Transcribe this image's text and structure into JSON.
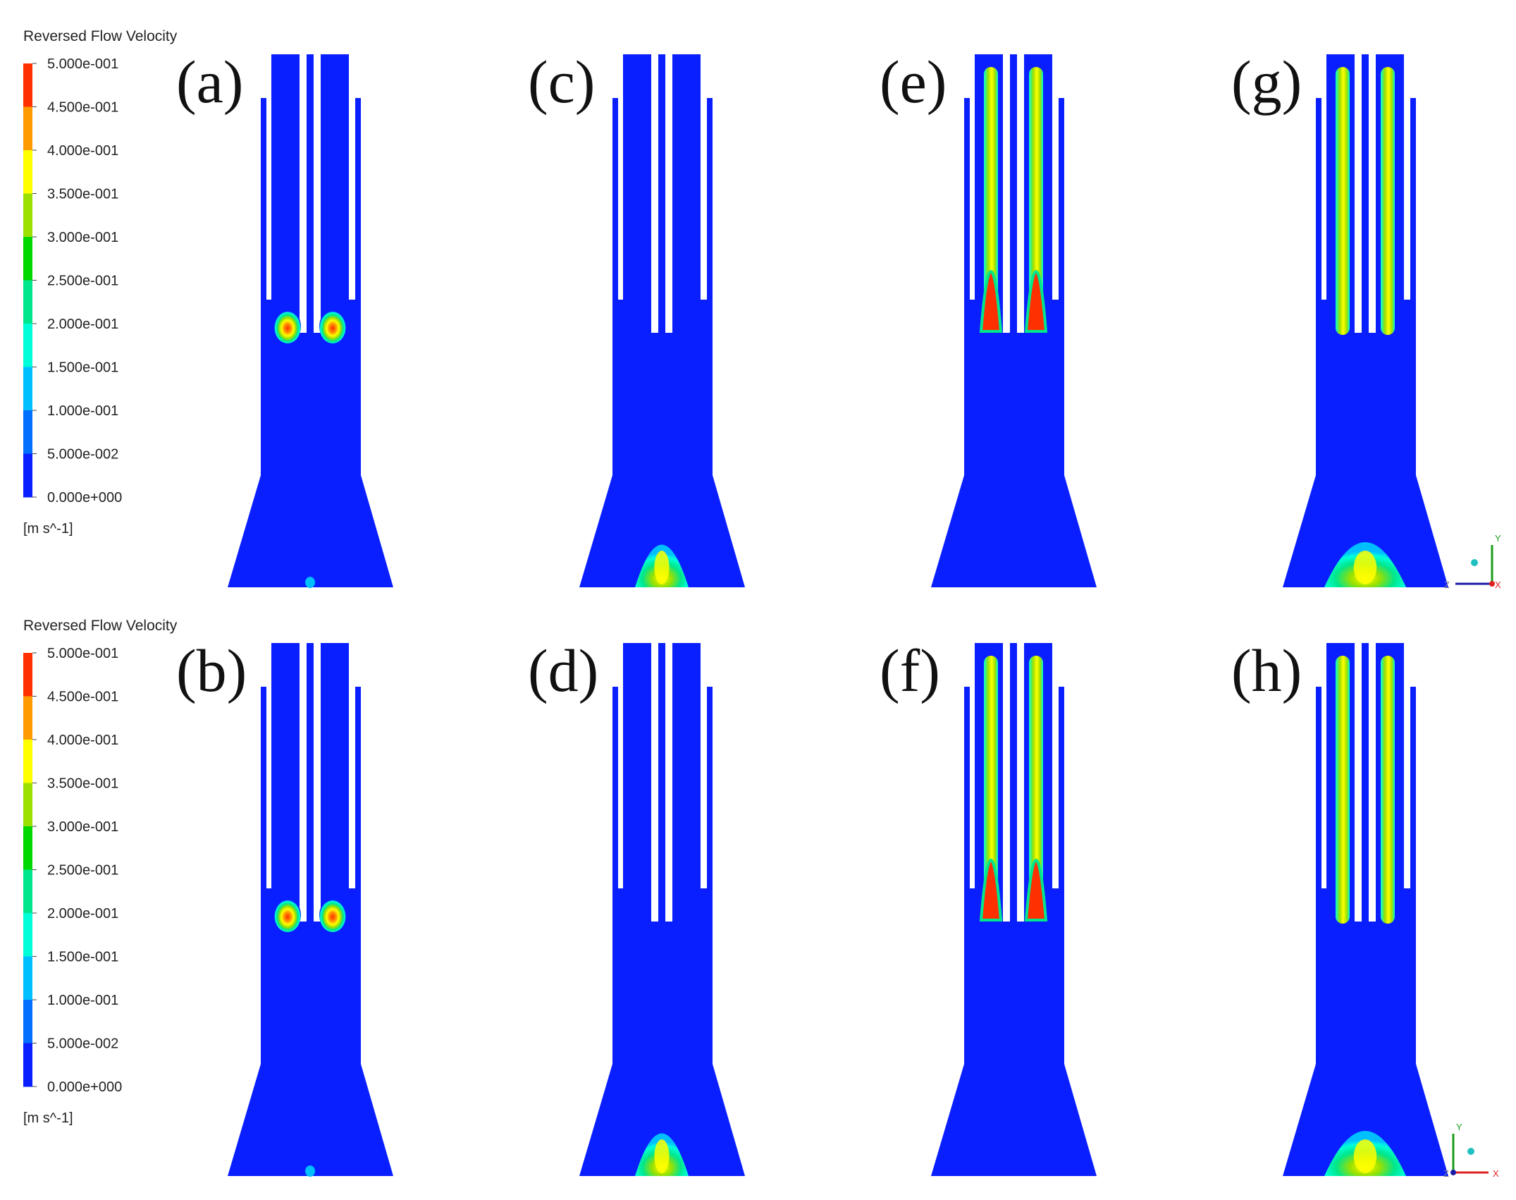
{
  "legends": [
    {
      "title": "Reversed Flow Velocity",
      "unit": "[m s^-1]",
      "ticks": [
        "5.000e-001",
        "4.500e-001",
        "4.000e-001",
        "3.500e-001",
        "3.000e-001",
        "2.500e-001",
        "2.000e-001",
        "1.500e-001",
        "1.000e-001",
        "5.000e-002",
        "0.000e+000"
      ]
    },
    {
      "title": "Reversed Flow Velocity",
      "unit": "[m s^-1]",
      "ticks": [
        "5.000e-001",
        "4.500e-001",
        "4.000e-001",
        "3.500e-001",
        "3.000e-001",
        "2.500e-001",
        "2.000e-001",
        "1.500e-001",
        "1.000e-001",
        "5.000e-002",
        "0.000e+000"
      ]
    }
  ],
  "colorbar_colors": [
    "#ff3000",
    "#ff9a00",
    "#ffff00",
    "#9be000",
    "#00d800",
    "#00e68c",
    "#00ffd8",
    "#00bfff",
    "#0070ff",
    "#0a1fff"
  ],
  "background_color": "#0a1fff",
  "panels": [
    {
      "label": "(a)",
      "pattern": "nozzle-vortex"
    },
    {
      "label": "(c)",
      "pattern": "bottom-plume"
    },
    {
      "label": "(e)",
      "pattern": "long-streaks"
    },
    {
      "label": "(g)",
      "pattern": "streaks-and-plume"
    },
    {
      "label": "(b)",
      "pattern": "nozzle-vortex"
    },
    {
      "label": "(d)",
      "pattern": "bottom-plume"
    },
    {
      "label": "(f)",
      "pattern": "long-streaks"
    },
    {
      "label": "(h)",
      "pattern": "streaks-and-plume"
    }
  ],
  "axis_triads": [
    {
      "letters": [
        "Y",
        "Z",
        "X"
      ]
    },
    {
      "letters": [
        "Y",
        "Z",
        "X"
      ]
    }
  ]
}
